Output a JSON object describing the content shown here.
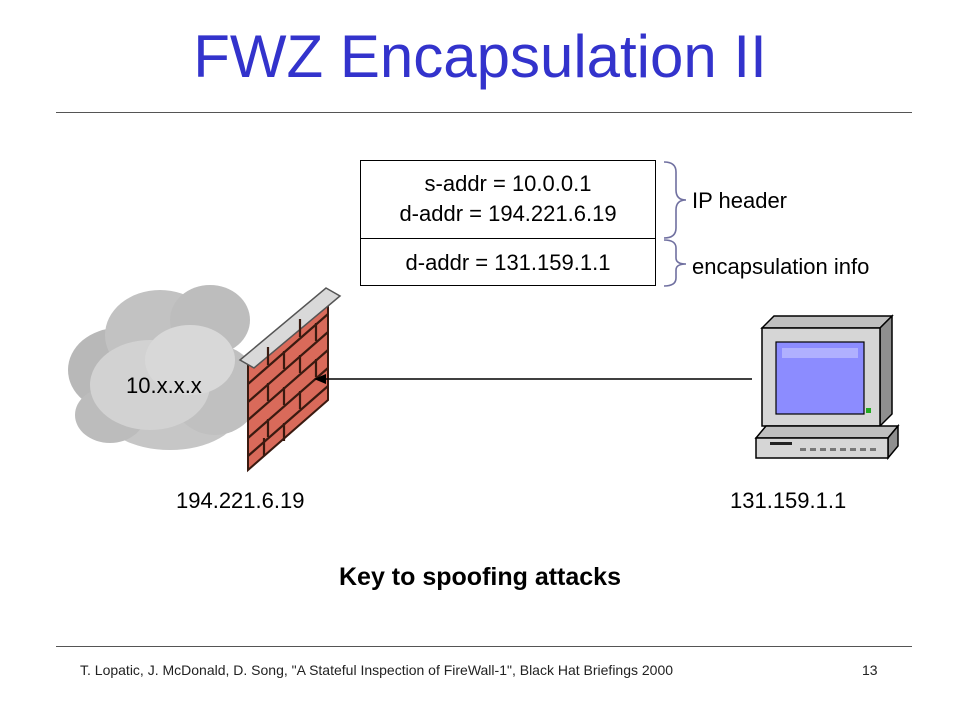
{
  "slide": {
    "title": "FWZ Encapsulation II",
    "caption": "Key to spoofing attacks",
    "footer": "T. Lopatic, J. McDonald, D. Song, \"A Stateful Inspection of FireWall-1\", Black Hat Briefings 2000",
    "page_number": "13"
  },
  "packet": {
    "ip_header_line1": "s-addr = 10.0.0.1",
    "ip_header_line2": "d-addr = 194.221.6.19",
    "encapsulation_line": "d-addr = 131.159.1.1",
    "ip_header_label": "IP header",
    "encapsulation_label": "encapsulation info"
  },
  "network": {
    "internal_label": "10.x.x.x",
    "firewall_address": "194.221.6.19",
    "host_address": "131.159.1.1"
  },
  "colors": {
    "title": "#3333cc",
    "brick": "#d96a5a",
    "mortar": "#3a1a10",
    "cloud": "#c8c8c8",
    "screen": "#8c8cff"
  }
}
